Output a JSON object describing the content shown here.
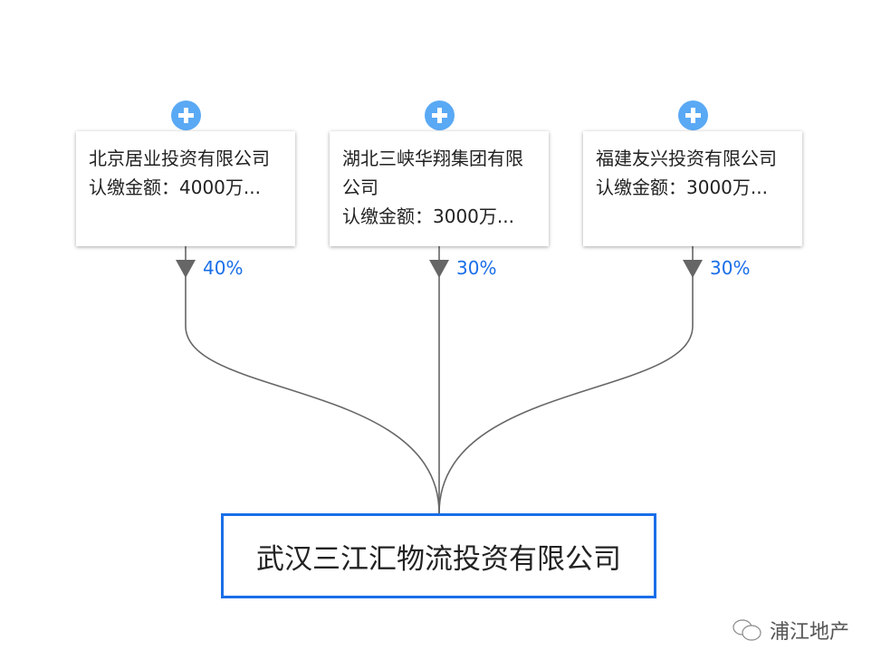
{
  "shareholders": [
    {
      "name": "北京居业投资有限公司",
      "amount": "认缴金额：4000万...",
      "percent": "40%"
    },
    {
      "name": "湖北三峡华翔集团有限公司",
      "amount": "认缴金额：3000万...",
      "percent": "30%"
    },
    {
      "name": "福建友兴投资有限公司",
      "amount": "认缴金额：3000万...",
      "percent": "30%"
    }
  ],
  "target": {
    "name": "武汉三江汇物流投资有限公司"
  },
  "brand": {
    "label": "浦江地产"
  },
  "colors": {
    "accent": "#1a6ee8",
    "plus": "#5aa9f5",
    "line": "#666666"
  }
}
